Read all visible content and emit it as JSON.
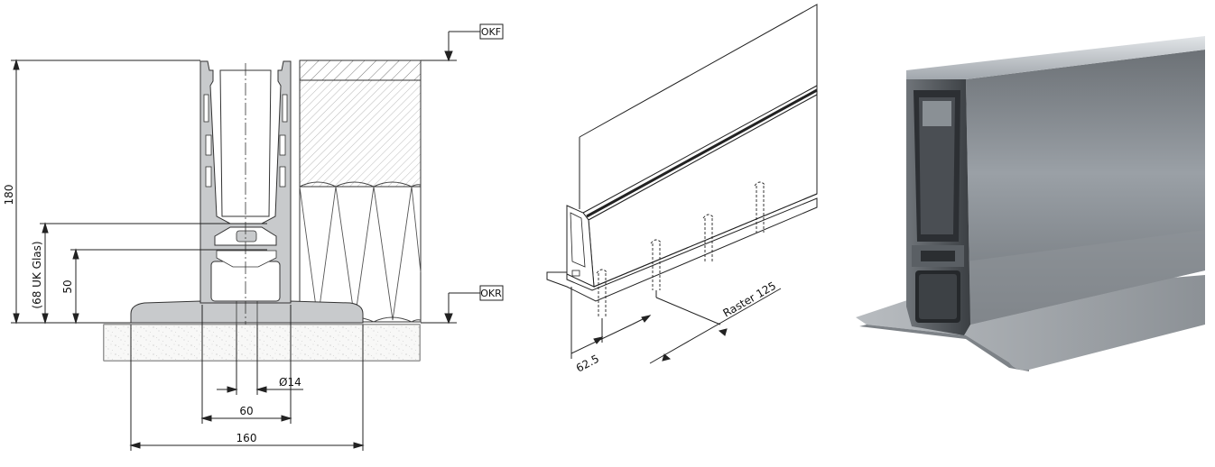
{
  "section_view": {
    "dim_total_height": "180",
    "dim_glass_bottom": "(68 UK Glas)",
    "dim_anchor_height": "50",
    "dim_hole": "Ø14",
    "dim_hole_spacing": "60",
    "dim_base_width": "160",
    "tag_top": "OKF",
    "tag_bottom": "OKR"
  },
  "iso_view": {
    "dim_edge": "62.5",
    "dim_raster": "Raster 125"
  },
  "colors": {
    "profile_fill": "#c8cacc",
    "line": "#222222",
    "concrete": "#f3f3f1"
  }
}
